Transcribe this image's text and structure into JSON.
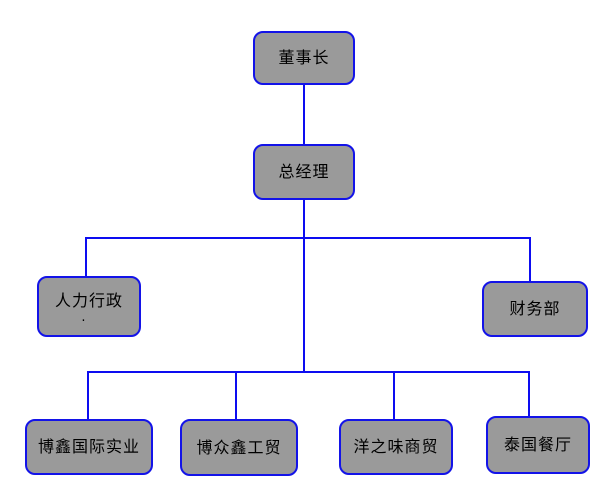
{
  "org_chart": {
    "type": "org-chart",
    "nodes": [
      {
        "id": "chairman",
        "label": "董事长",
        "level": 1,
        "parent": null
      },
      {
        "id": "general-manager",
        "label": "总经理",
        "level": 2,
        "parent": "chairman"
      },
      {
        "id": "hr-admin",
        "label": "人力行政",
        "note": ".",
        "level": 3,
        "parent": "general-manager"
      },
      {
        "id": "finance-dept",
        "label": "财务部",
        "level": 3,
        "parent": "general-manager"
      },
      {
        "id": "boxin-international",
        "label": "博鑫国际实业",
        "level": 4,
        "parent": "general-manager"
      },
      {
        "id": "bozhongxin-trade",
        "label": "博众鑫工贸",
        "level": 4,
        "parent": "general-manager"
      },
      {
        "id": "yangzhiwei-trade",
        "label": "洋之味商贸",
        "level": 4,
        "parent": "general-manager"
      },
      {
        "id": "thai-restaurant",
        "label": "泰国餐厅",
        "level": 4,
        "parent": "general-manager"
      }
    ],
    "edges": [
      [
        "chairman",
        "general-manager"
      ],
      [
        "general-manager",
        "hr-admin"
      ],
      [
        "general-manager",
        "finance-dept"
      ],
      [
        "general-manager",
        "boxin-international"
      ],
      [
        "general-manager",
        "bozhongxin-trade"
      ],
      [
        "general-manager",
        "yangzhiwei-trade"
      ],
      [
        "general-manager",
        "thai-restaurant"
      ]
    ],
    "colors": {
      "box_fill": "#9a9a9a",
      "box_border": "#1313e8",
      "connector": "#0d0df0",
      "text": "#000000",
      "background": "#ffffff"
    }
  }
}
